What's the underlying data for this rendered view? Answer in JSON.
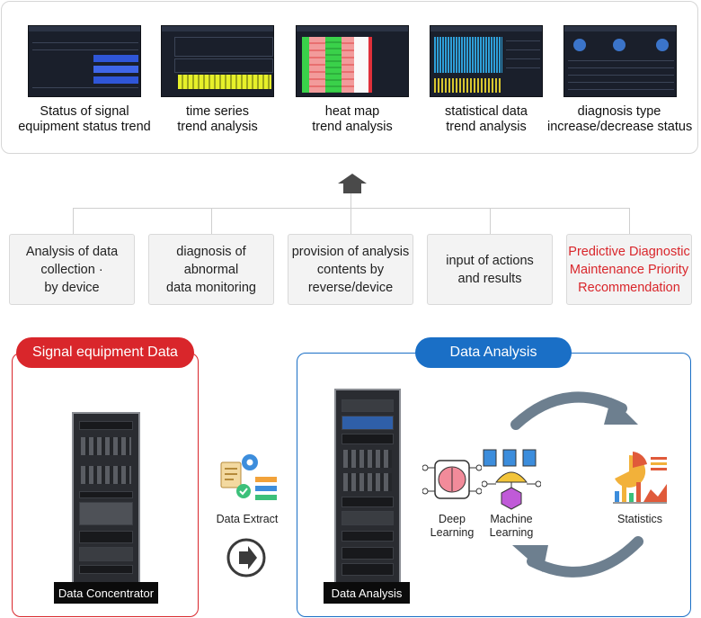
{
  "top_views": [
    {
      "line1": "Status of signal",
      "line2": "equipment status trend",
      "icon": "dashboard-screenshot"
    },
    {
      "line1": "time series",
      "line2": "trend analysis",
      "icon": "timeseries-screenshot"
    },
    {
      "line1": "heat map",
      "line2": "trend analysis",
      "icon": "heatmap-screenshot"
    },
    {
      "line1": "statistical data",
      "line2": "trend analysis",
      "icon": "statistics-screenshot"
    },
    {
      "line1": "diagnosis type",
      "line2": "increase/decrease status",
      "icon": "diagnosis-screenshot"
    }
  ],
  "functions": [
    {
      "lines": [
        "Analysis of data",
        "collection ·",
        "by device"
      ],
      "highlight": false
    },
    {
      "lines": [
        "diagnosis of",
        "abnormal",
        "data monitoring"
      ],
      "highlight": false
    },
    {
      "lines": [
        "provision of analysis",
        "contents by",
        "reverse/device"
      ],
      "highlight": false
    },
    {
      "lines": [
        "input of actions",
        "and results"
      ],
      "highlight": false
    },
    {
      "lines": [
        "Predictive Diagnostic",
        "Maintenance Priority",
        "Recommendation"
      ],
      "highlight": true
    }
  ],
  "left_panel": {
    "title": "Signal equipment Data",
    "rack_label": "Data Concentrator",
    "accent": "#d9262b"
  },
  "extract": {
    "label": "Data Extract",
    "icon": "data-extract-icon"
  },
  "right_panel": {
    "title": "Data Analysis",
    "rack_label": "Data Analysis",
    "accent": "#1a6fc6",
    "deep_learning": [
      "Deep",
      "Learning"
    ],
    "machine_learning": [
      "Machine",
      "Learning"
    ],
    "statistics": "Statistics"
  },
  "colors": {
    "red": "#d9262b",
    "blue": "#1a6fc6",
    "arrow": "#6d7f8f"
  }
}
